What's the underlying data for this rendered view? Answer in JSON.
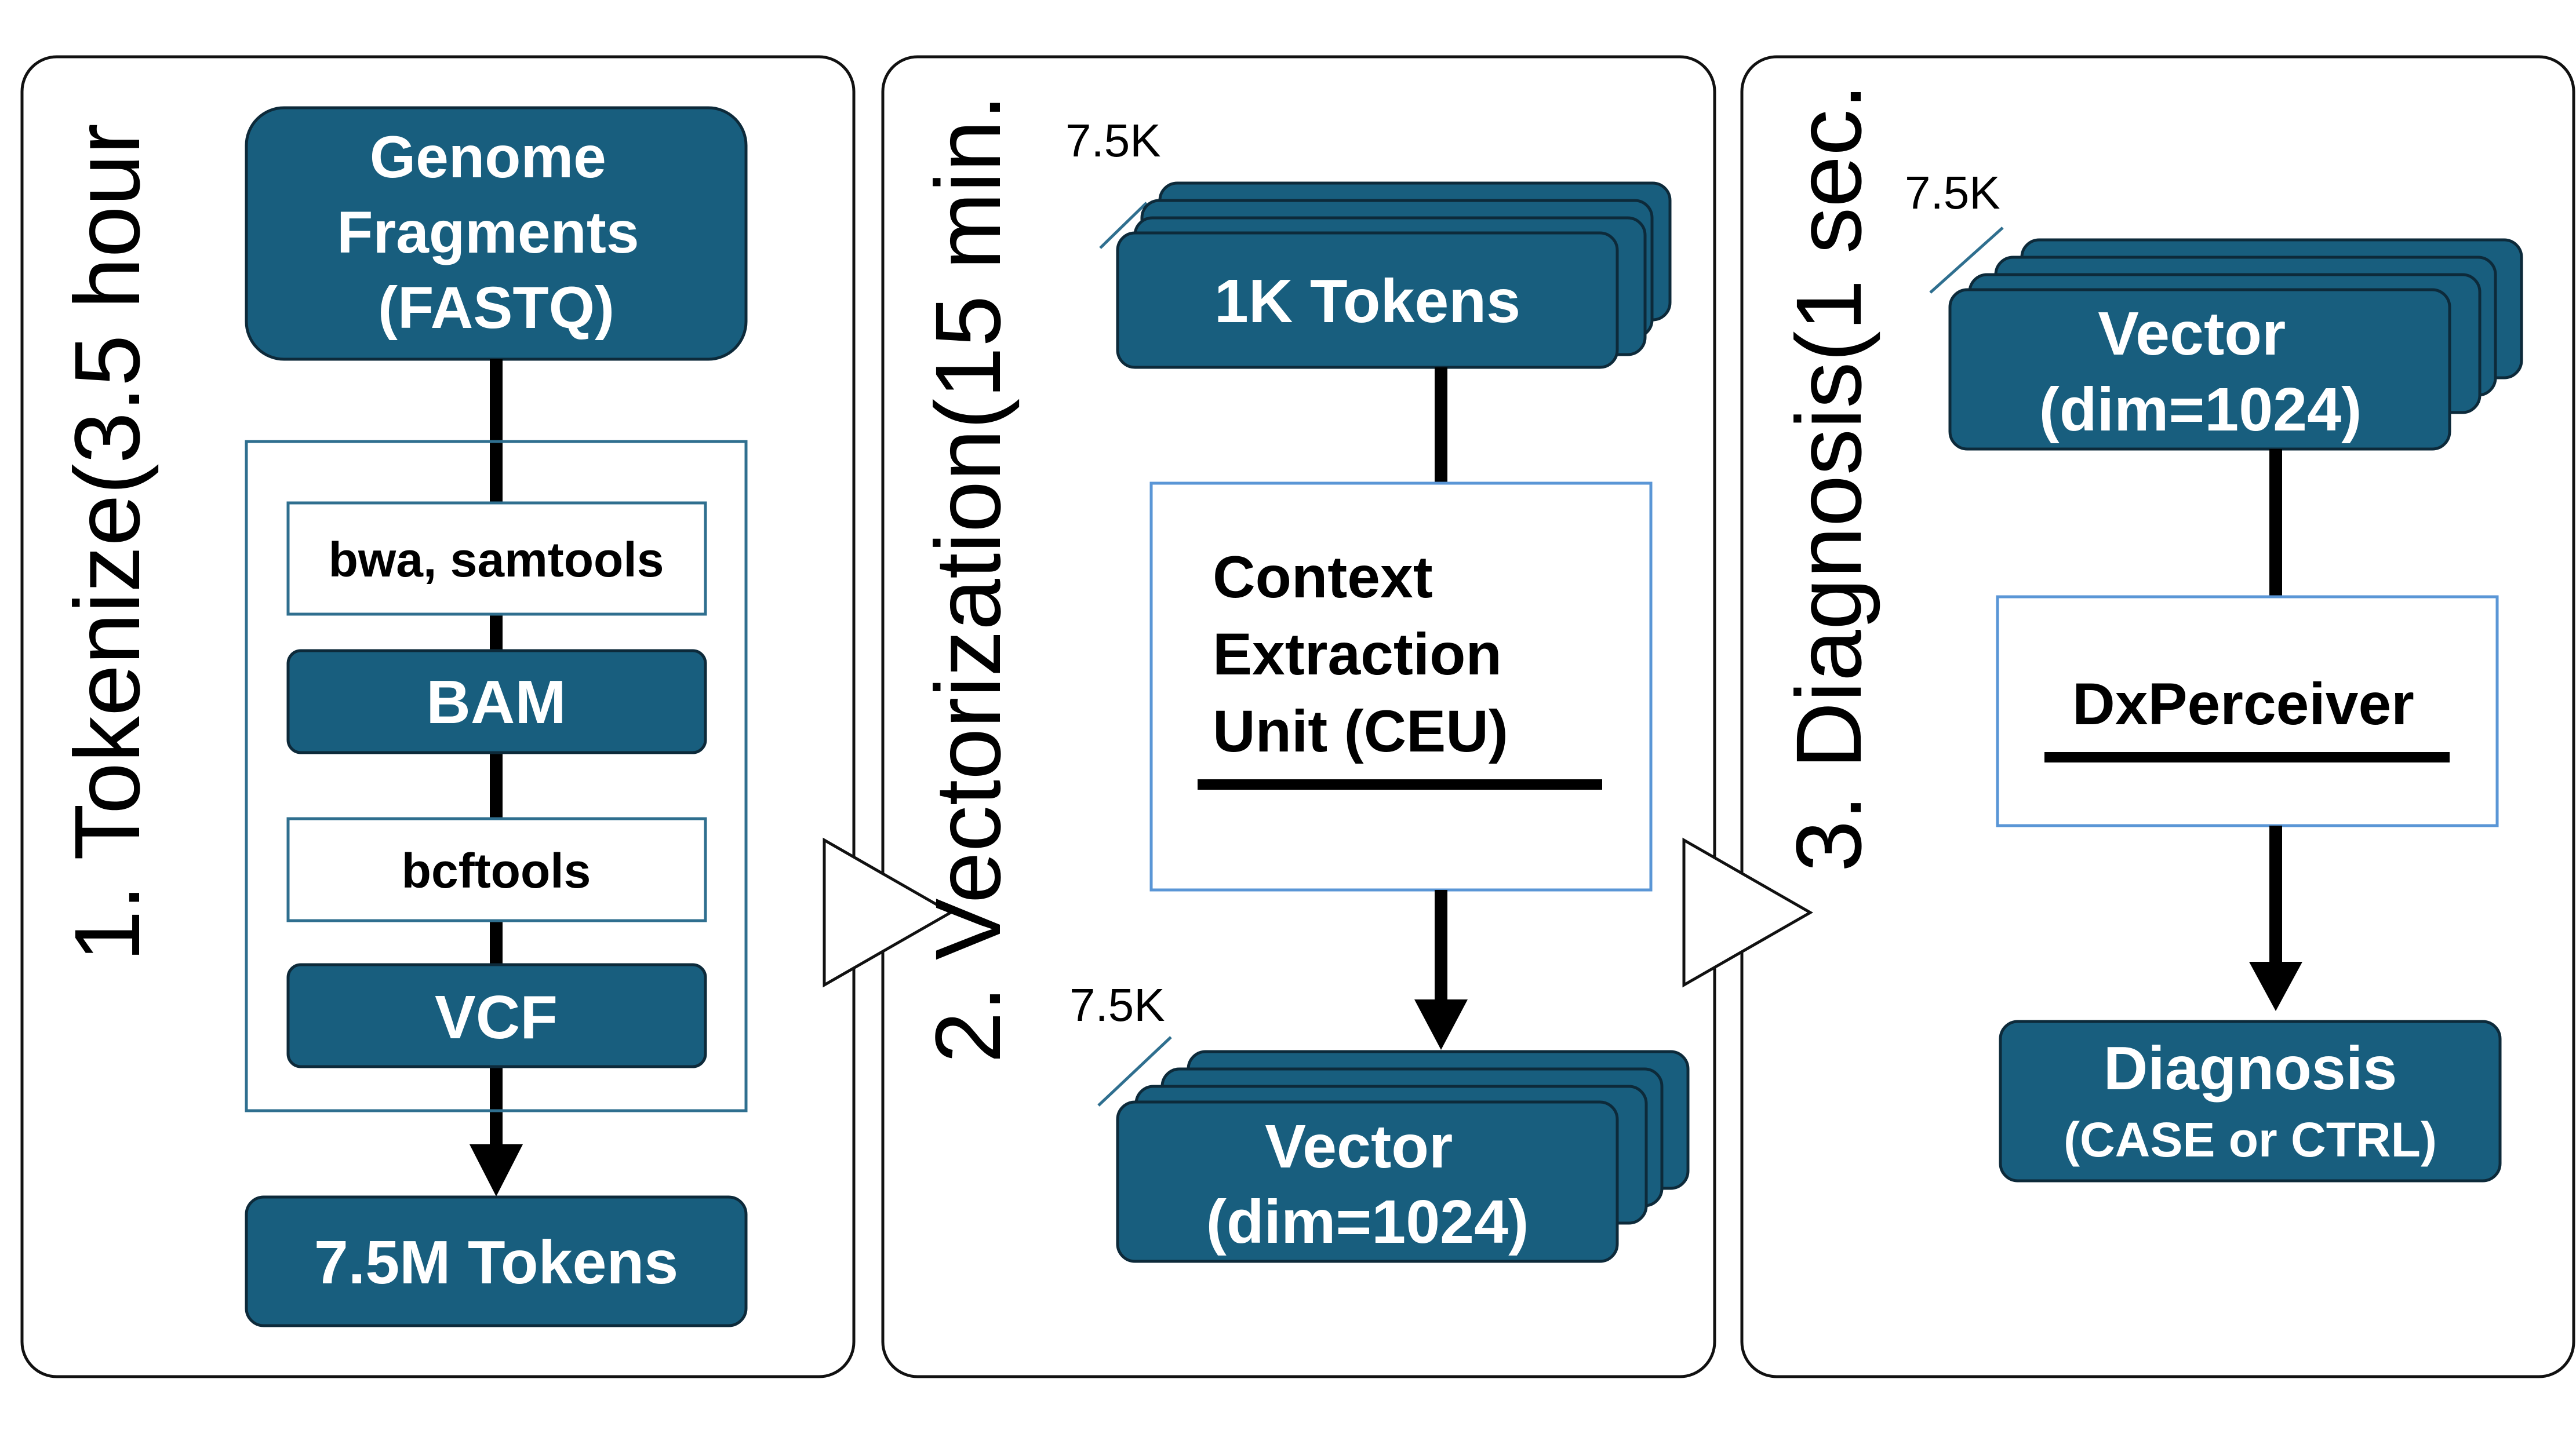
{
  "panels": [
    {
      "title": "1. Tokenize(3.5 hour",
      "input": [
        "Genome",
        "Fragments",
        "(FASTQ)"
      ],
      "pipeline": [
        "bwa, samtools",
        "BAM",
        "bcftools",
        "VCF"
      ],
      "output": "7.5M Tokens"
    },
    {
      "title": "2. Vectorization(15 min.",
      "count_top": "7.5K",
      "tokens": "1K Tokens",
      "ceu": [
        "Context",
        "Extraction",
        "Unit (CEU)"
      ],
      "count_bottom": "7.5K",
      "vector": [
        "Vector",
        "(dim=1024)"
      ]
    },
    {
      "title": "3. Diagnosis(1 sec.",
      "count": "7.5K",
      "vector": [
        "Vector",
        "(dim=1024)"
      ],
      "model": "DxPerceiver",
      "result_title": "Diagnosis",
      "result_sub": "(CASE or CTRL)"
    }
  ]
}
